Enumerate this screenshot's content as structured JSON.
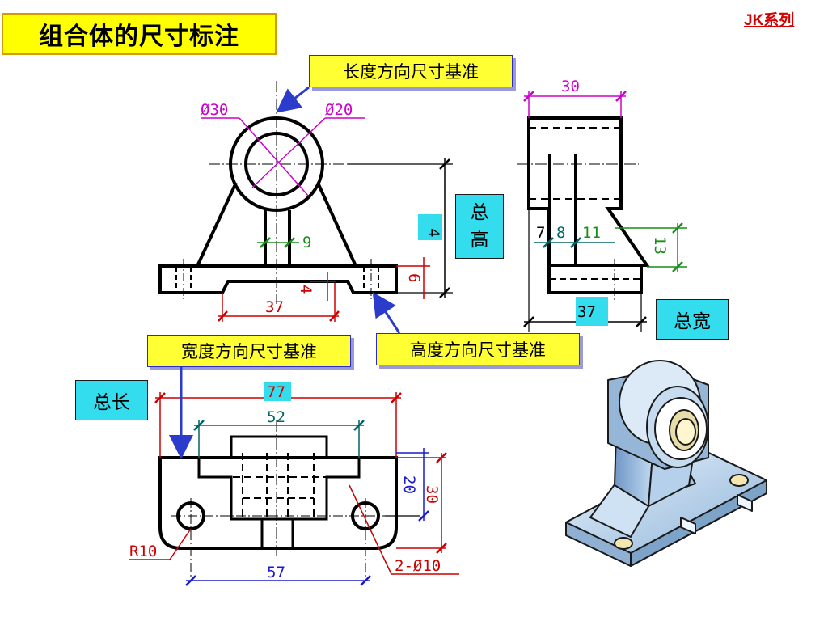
{
  "title": "组合体的尺寸标注",
  "series_label": "JK系列",
  "callouts": {
    "length_datum": "长度方向尺寸基准",
    "width_datum": "宽度方向尺寸基准",
    "height_datum": "高度方向尺寸基准",
    "total_height": "总\n高",
    "total_width": "总宽",
    "total_length": "总长"
  },
  "dimensions": {
    "front": {
      "d30": "Ø30",
      "d20": "Ø20",
      "w9": "9",
      "h4": "4",
      "h6": "6",
      "h4b": "4",
      "l37": "37"
    },
    "side": {
      "w30": "30",
      "w7": "7",
      "w8": "8",
      "w11": "11",
      "h13": "13",
      "w37": "37"
    },
    "top": {
      "l77": "77",
      "l52": "52",
      "l57": "57",
      "h20": "20",
      "h30": "30",
      "r10": "R10",
      "holes": "2-Ø10"
    }
  },
  "colors": {
    "line": "#000000",
    "magenta": "#cc00cc",
    "green": "#1a8c1a",
    "red": "#cc0000",
    "blue": "#1a1acc",
    "teal": "#006666",
    "arrow": "#2b3bcc",
    "yellow": "#ffff33",
    "cyan": "#33ddee"
  }
}
